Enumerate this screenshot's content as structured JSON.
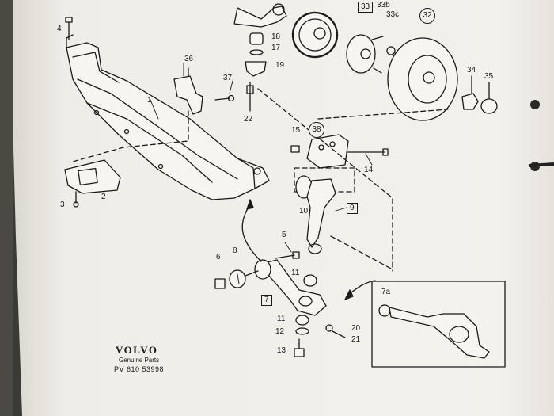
{
  "brand": "VOLVO",
  "subtitle": "Genuine Parts",
  "part_number": "PV 610 53998",
  "callouts": [
    {
      "id": "c4",
      "label": "4",
      "style": "plain"
    },
    {
      "id": "c36",
      "label": "36",
      "style": "plain"
    },
    {
      "id": "c37",
      "label": "37",
      "style": "plain"
    },
    {
      "id": "c1",
      "label": "1",
      "style": "plain"
    },
    {
      "id": "c2",
      "label": "2",
      "style": "plain"
    },
    {
      "id": "c3",
      "label": "3",
      "style": "plain"
    },
    {
      "id": "c18",
      "label": "18",
      "style": "plain"
    },
    {
      "id": "c17",
      "label": "17",
      "style": "plain"
    },
    {
      "id": "c19",
      "label": "19",
      "style": "plain"
    },
    {
      "id": "c22",
      "label": "22",
      "style": "plain"
    },
    {
      "id": "c33",
      "label": "33",
      "style": "boxed"
    },
    {
      "id": "c33b",
      "label": "33b",
      "style": "plain"
    },
    {
      "id": "c33c",
      "label": "33c",
      "style": "plain"
    },
    {
      "id": "c32",
      "label": "32",
      "style": "circled"
    },
    {
      "id": "c34",
      "label": "34",
      "style": "plain"
    },
    {
      "id": "c35",
      "label": "35",
      "style": "plain"
    },
    {
      "id": "c15",
      "label": "15",
      "style": "plain"
    },
    {
      "id": "c38",
      "label": "38",
      "style": "circled"
    },
    {
      "id": "c14",
      "label": "14",
      "style": "plain"
    },
    {
      "id": "c10",
      "label": "10",
      "style": "plain"
    },
    {
      "id": "c9",
      "label": "9",
      "style": "boxed"
    },
    {
      "id": "c5",
      "label": "5",
      "style": "plain"
    },
    {
      "id": "c6",
      "label": "6",
      "style": "plain"
    },
    {
      "id": "c8",
      "label": "8",
      "style": "plain"
    },
    {
      "id": "c11a",
      "label": "11",
      "style": "plain"
    },
    {
      "id": "c7",
      "label": "7",
      "style": "boxed"
    },
    {
      "id": "c11b",
      "label": "11",
      "style": "plain"
    },
    {
      "id": "c12",
      "label": "12",
      "style": "plain"
    },
    {
      "id": "c13",
      "label": "13",
      "style": "plain"
    },
    {
      "id": "c20",
      "label": "20",
      "style": "plain"
    },
    {
      "id": "c21",
      "label": "21",
      "style": "plain"
    }
  ],
  "inset": {
    "label": "7a"
  },
  "colors": {
    "paper": "#f2f0ea",
    "ink": "#1a1a1a",
    "background": "#3a3a36"
  }
}
